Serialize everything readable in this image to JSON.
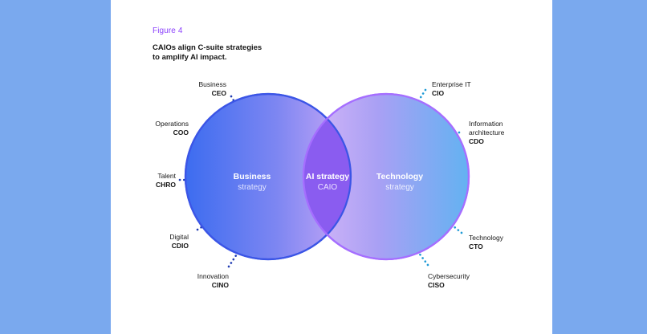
{
  "figure": {
    "label": "Figure 4",
    "title_line1": "CAIOs align C-suite strategies",
    "title_line2": "to amplify AI impact."
  },
  "circles": {
    "left": {
      "title": "Business",
      "subtitle": "strategy"
    },
    "center": {
      "title": "AI strategy",
      "subtitle": "CAIO"
    },
    "right": {
      "title": "Technology",
      "subtitle": "strategy"
    }
  },
  "roles_left": [
    {
      "area": "Business",
      "acronym": "CEO"
    },
    {
      "area": "Operations",
      "acronym": "COO"
    },
    {
      "area": "Talent",
      "acronym": "CHRO"
    },
    {
      "area": "Digital",
      "acronym": "CDIO"
    },
    {
      "area": "Innovation",
      "acronym": "CINO"
    }
  ],
  "roles_right": [
    {
      "area": "Enterprise IT",
      "acronym": "CIO"
    },
    {
      "area_line1": "Information",
      "area_line2": "architecture",
      "acronym": "CDO"
    },
    {
      "area": "Technology",
      "acronym": "CTO"
    },
    {
      "area": "Cybersecurity",
      "acronym": "CISO"
    }
  ],
  "colors": {
    "background": "#7aa9ee",
    "figure_label": "#8a3ffc",
    "left_circle_stroke": "#3b55e6",
    "right_circle_stroke": "#a56eff",
    "overlap": "#8a5cf0",
    "dots": "#1f3bb3"
  }
}
